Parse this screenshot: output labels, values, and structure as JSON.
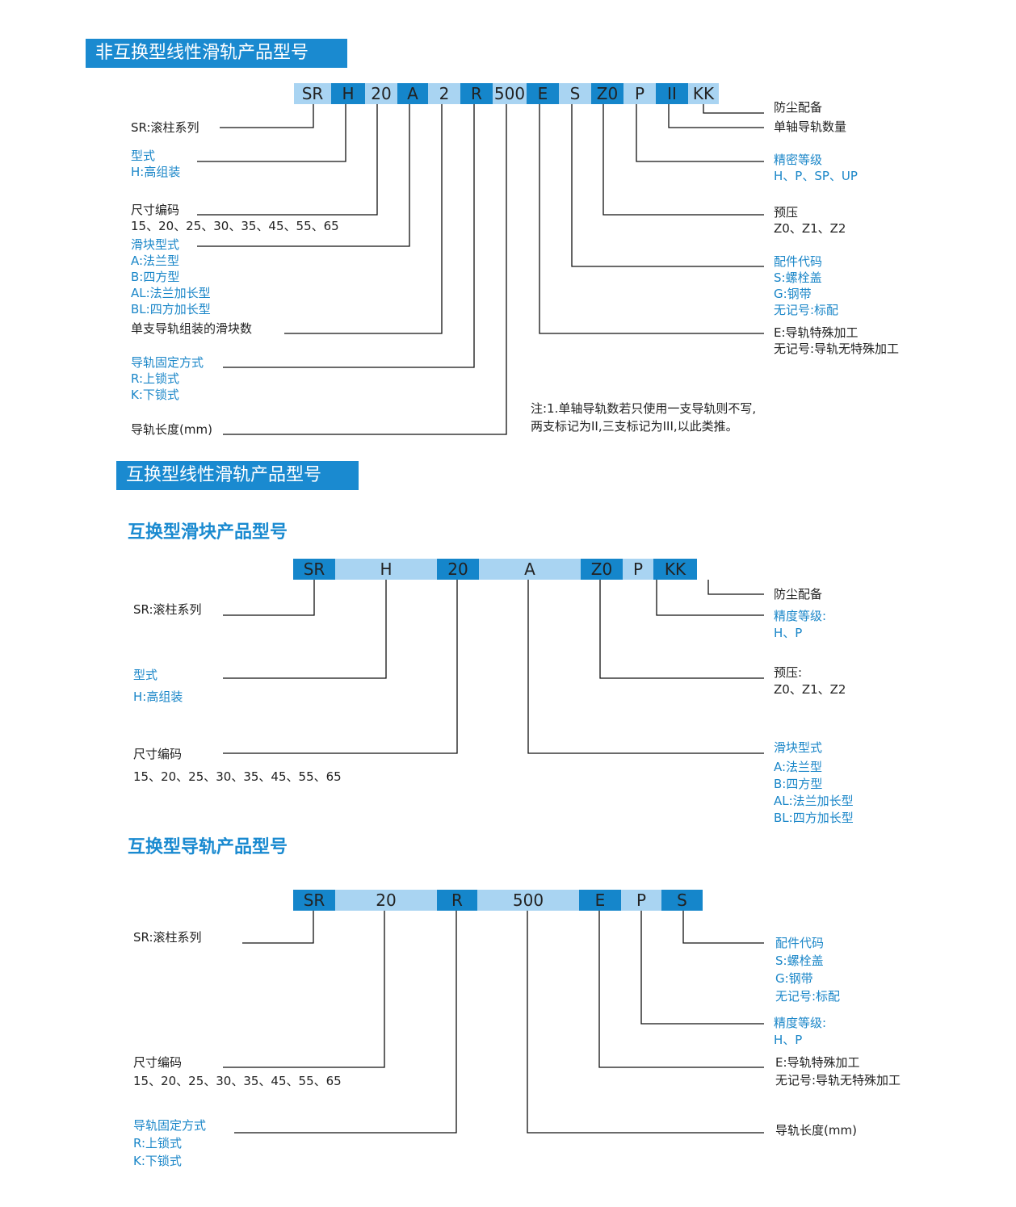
{
  "section1": {
    "title": "非互换型线性滑轨产品型号",
    "code": [
      "SR",
      "H",
      "20",
      "A",
      "2",
      "R",
      "500",
      "E",
      "S",
      "Z0",
      "P",
      "II",
      "KK"
    ],
    "labels": {
      "series": [
        "SR:滚柱系列"
      ],
      "type": [
        "型式",
        "H:高组装"
      ],
      "size": [
        "尺寸编码",
        "15、20、25、30、35、45、55、65"
      ],
      "block": [
        "滑块型式",
        "A:法兰型",
        "B:四方型",
        "AL:法兰加长型",
        "BL:四方加长型"
      ],
      "qty": [
        "单支导轨组装的滑块数"
      ],
      "fix": [
        "导轨固定方式",
        "R:上锁式",
        "K:下锁式"
      ],
      "length": [
        "导轨长度(mm)"
      ],
      "dust": [
        "防尘配备"
      ],
      "railcount": [
        "单轴导轨数量"
      ],
      "precision": [
        "精密等级",
        "H、P、SP、UP"
      ],
      "preload": [
        "预压",
        "Z0、Z1、Z2"
      ],
      "accessory": [
        "配件代码",
        "S:螺栓盖",
        "G:钢带",
        "无记号:标配"
      ],
      "special": [
        "E:导轨特殊加工",
        "无记号:导轨无特殊加工"
      ]
    },
    "note": [
      "注:1.单轴导轨数若只使用一支导轨则不写,",
      "两支标记为II,三支标记为III,以此类推。"
    ]
  },
  "section2": {
    "title": "互换型线性滑轨产品型号",
    "block_title": "互换型滑块产品型号",
    "block_code": [
      "SR",
      "H",
      "20",
      "A",
      "Z0",
      "P",
      "KK"
    ],
    "block_labels": {
      "series": [
        "SR:滚柱系列"
      ],
      "type": [
        "型式",
        "H:高组装"
      ],
      "size": [
        "尺寸编码",
        "15、20、25、30、35、45、55、65"
      ],
      "dust": [
        "防尘配备"
      ],
      "precision": [
        "精度等级:",
        "H、P"
      ],
      "preload": [
        "预压:",
        "Z0、Z1、Z2"
      ],
      "block": [
        "滑块型式",
        "A:法兰型",
        "B:四方型",
        "AL:法兰加长型",
        "BL:四方加长型"
      ]
    },
    "rail_title": "互换型导轨产品型号",
    "rail_code": [
      "SR",
      "20",
      "R",
      "500",
      "E",
      "P",
      "S"
    ],
    "rail_labels": {
      "series": [
        "SR:滚柱系列"
      ],
      "size": [
        "尺寸编码",
        "15、20、25、30、35、45、55、65"
      ],
      "fix": [
        "导轨固定方式",
        "R:上锁式",
        "K:下锁式"
      ],
      "accessory": [
        "配件代码",
        "S:螺栓盖",
        "G:钢带",
        "无记号:标配"
      ],
      "precision": [
        "精度等级:",
        "H、P"
      ],
      "special": [
        "E:导轨特殊加工",
        "无记号:导轨无特殊加工"
      ],
      "length": [
        "导轨长度(mm)"
      ]
    }
  }
}
